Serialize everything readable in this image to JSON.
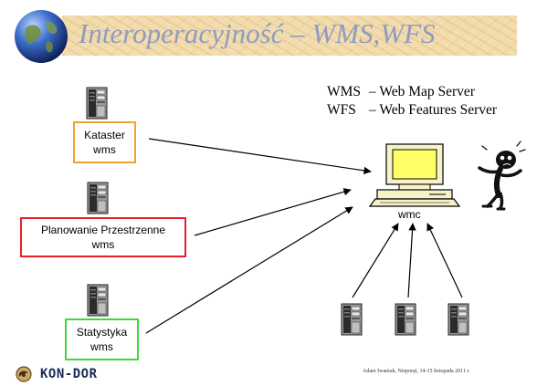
{
  "title": "Interoperacyjność – WMS,WFS",
  "legend": [
    {
      "abbr": "WMS",
      "text": "– Web Map Server"
    },
    {
      "abbr": "WFS",
      "text": "– Web Features Server"
    }
  ],
  "sources": [
    {
      "name": "Kataster",
      "sub": "wms",
      "color": "#f2a12e"
    },
    {
      "name": "Planowanie Przestrzenne",
      "sub": "wms",
      "color": "#e8202a"
    },
    {
      "name": "Statystyka",
      "sub": "wms",
      "color": "#3fd83b"
    }
  ],
  "client": {
    "label": "wmc"
  },
  "footer": {
    "logo": "KON-DOR",
    "credit": "Adam Iwaniak, Nieporęt, 14-15 listopada 2011 r."
  },
  "icons": [
    "globe-icon",
    "server-icon",
    "computer-icon",
    "person-icon"
  ]
}
